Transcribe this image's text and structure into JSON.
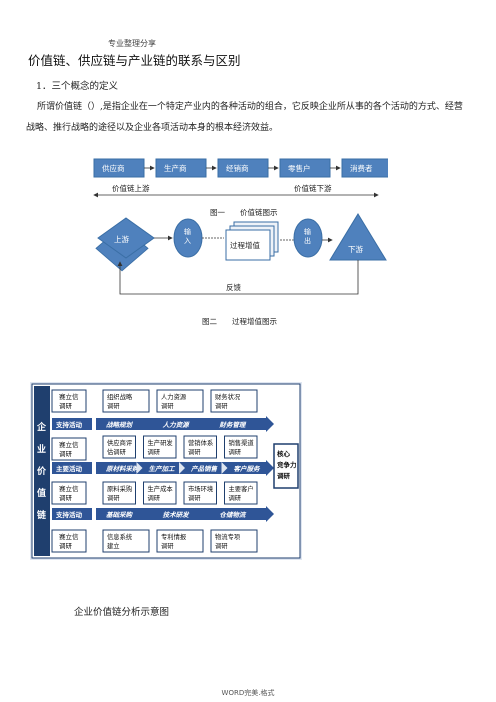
{
  "header": {
    "note": "专业整理分享"
  },
  "title": "价值链、供应链与产业链的联系与区别",
  "section1": "1．三个概念的定义",
  "paragraph1": "所谓价值链（）,是指企业在一个特定产业内的各种活动的组合，它反映企业所从事的各个活动的方式、经营战略、推行战略的途径以及企业各项活动本身的根本经济效益。",
  "figure1": {
    "boxes": [
      "供应商",
      "生产商",
      "经销商",
      "零售户",
      "消费者"
    ],
    "upstream": "价值链上游",
    "downstream": "价值链下游",
    "caption": "图一　　价值链图示"
  },
  "figure2": {
    "upstream": "上游",
    "input": "输\n入",
    "process": "过程增值",
    "output": "输\n出",
    "downstream": "下游",
    "feedback": "反馈",
    "caption": "图二　　过程增值图示"
  },
  "figure3": {
    "side_title": "企业价值链",
    "side_chars": [
      "企",
      "业",
      "价",
      "值",
      "链"
    ],
    "left_cells": [
      "赛立信\n调研",
      "赛立信\n调研",
      "赛立信\n调研",
      "赛立信\n调研"
    ],
    "left_labels": [
      "支持活动",
      "主要活动",
      "支持活动"
    ],
    "row1": [
      "组织战略\n调研",
      "人力资源\n调研",
      "财务状况\n调研"
    ],
    "band1": [
      "战略规划",
      "人力资源",
      "财务管理"
    ],
    "row2": [
      "供应商评\n估调研",
      "生产研发\n调研",
      "营销体系\n调研",
      "销售渠道\n调研"
    ],
    "band2": [
      "原材料采购",
      "生产加工",
      "产品销售",
      "客户服务"
    ],
    "row3": [
      "原料采购\n调研",
      "生产成本\n调研",
      "市场环境\n调研",
      "主要客户\n调研"
    ],
    "band3": [
      "基础采购",
      "技术研发",
      "仓储物流"
    ],
    "row4": [
      "信息系统\n建立",
      "专利情报\n调研",
      "物流专项\n调研"
    ],
    "core": "核心竞争力调研",
    "caption": "企业价值链分析示意图"
  },
  "footer": "WORD完美.格式",
  "colors": {
    "box_blue": "#4f81bd",
    "box_border": "#3a6ea5",
    "band_blue": "#2f5597",
    "frame_dark": "#1f3f6e"
  }
}
